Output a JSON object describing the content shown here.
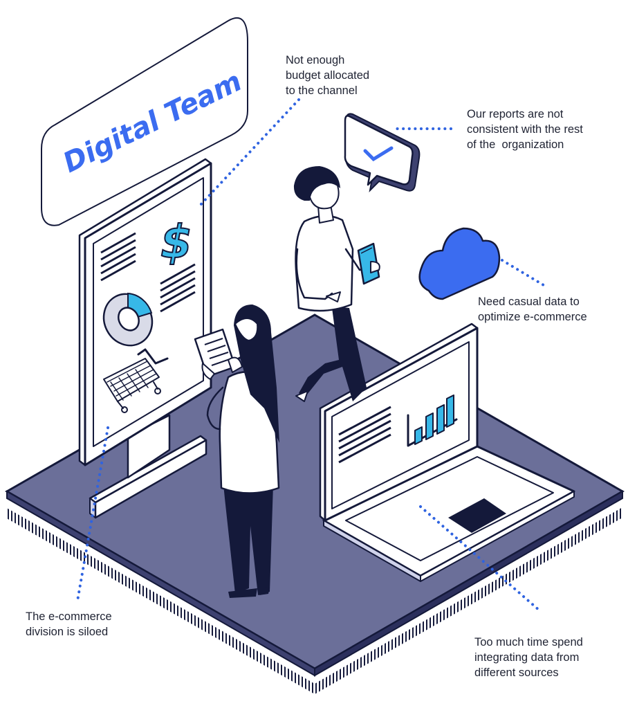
{
  "sign": {
    "title": "Digital Team"
  },
  "board": {
    "currency_symbol": "$"
  },
  "callouts": {
    "budget": [
      "Not enough",
      "budget allocated",
      "to the channel"
    ],
    "reports": [
      "Our reports are not",
      "consistent with the rest",
      "of the  organization"
    ],
    "casual_data": [
      "Need casual data to",
      "optimize e-commerce"
    ],
    "siloed": [
      "The e-commerce",
      "division is siloed"
    ],
    "time": [
      "Too much time spend",
      "integrating data from",
      "different sources"
    ]
  },
  "colors": {
    "ink": "#14193a",
    "platform": "#6b6f99",
    "accent_blue": "#3b6cf0",
    "cyan": "#37b8e8",
    "callout_text": "#1f2333"
  },
  "icons": [
    "dollar-icon",
    "donut-chart-icon",
    "shopping-cart-icon",
    "bar-chart-icon",
    "cloud-icon",
    "chat-check-icon",
    "receipt-icon",
    "smartphone-icon"
  ]
}
